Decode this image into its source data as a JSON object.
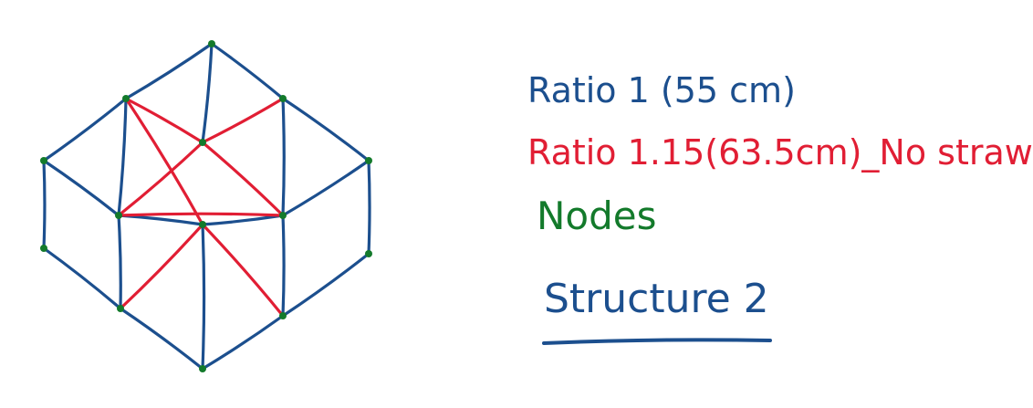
{
  "colors": {
    "standard_member": "#1c4f8e",
    "long_member": "#e11e34",
    "node": "#137a2b",
    "background": "#ffffff"
  },
  "legend": {
    "standard": "Ratio 1 (55 cm)",
    "long": "Ratio 1.15(63.5cm)_No straw",
    "nodes": "Nodes"
  },
  "title": "Structure 2"
}
